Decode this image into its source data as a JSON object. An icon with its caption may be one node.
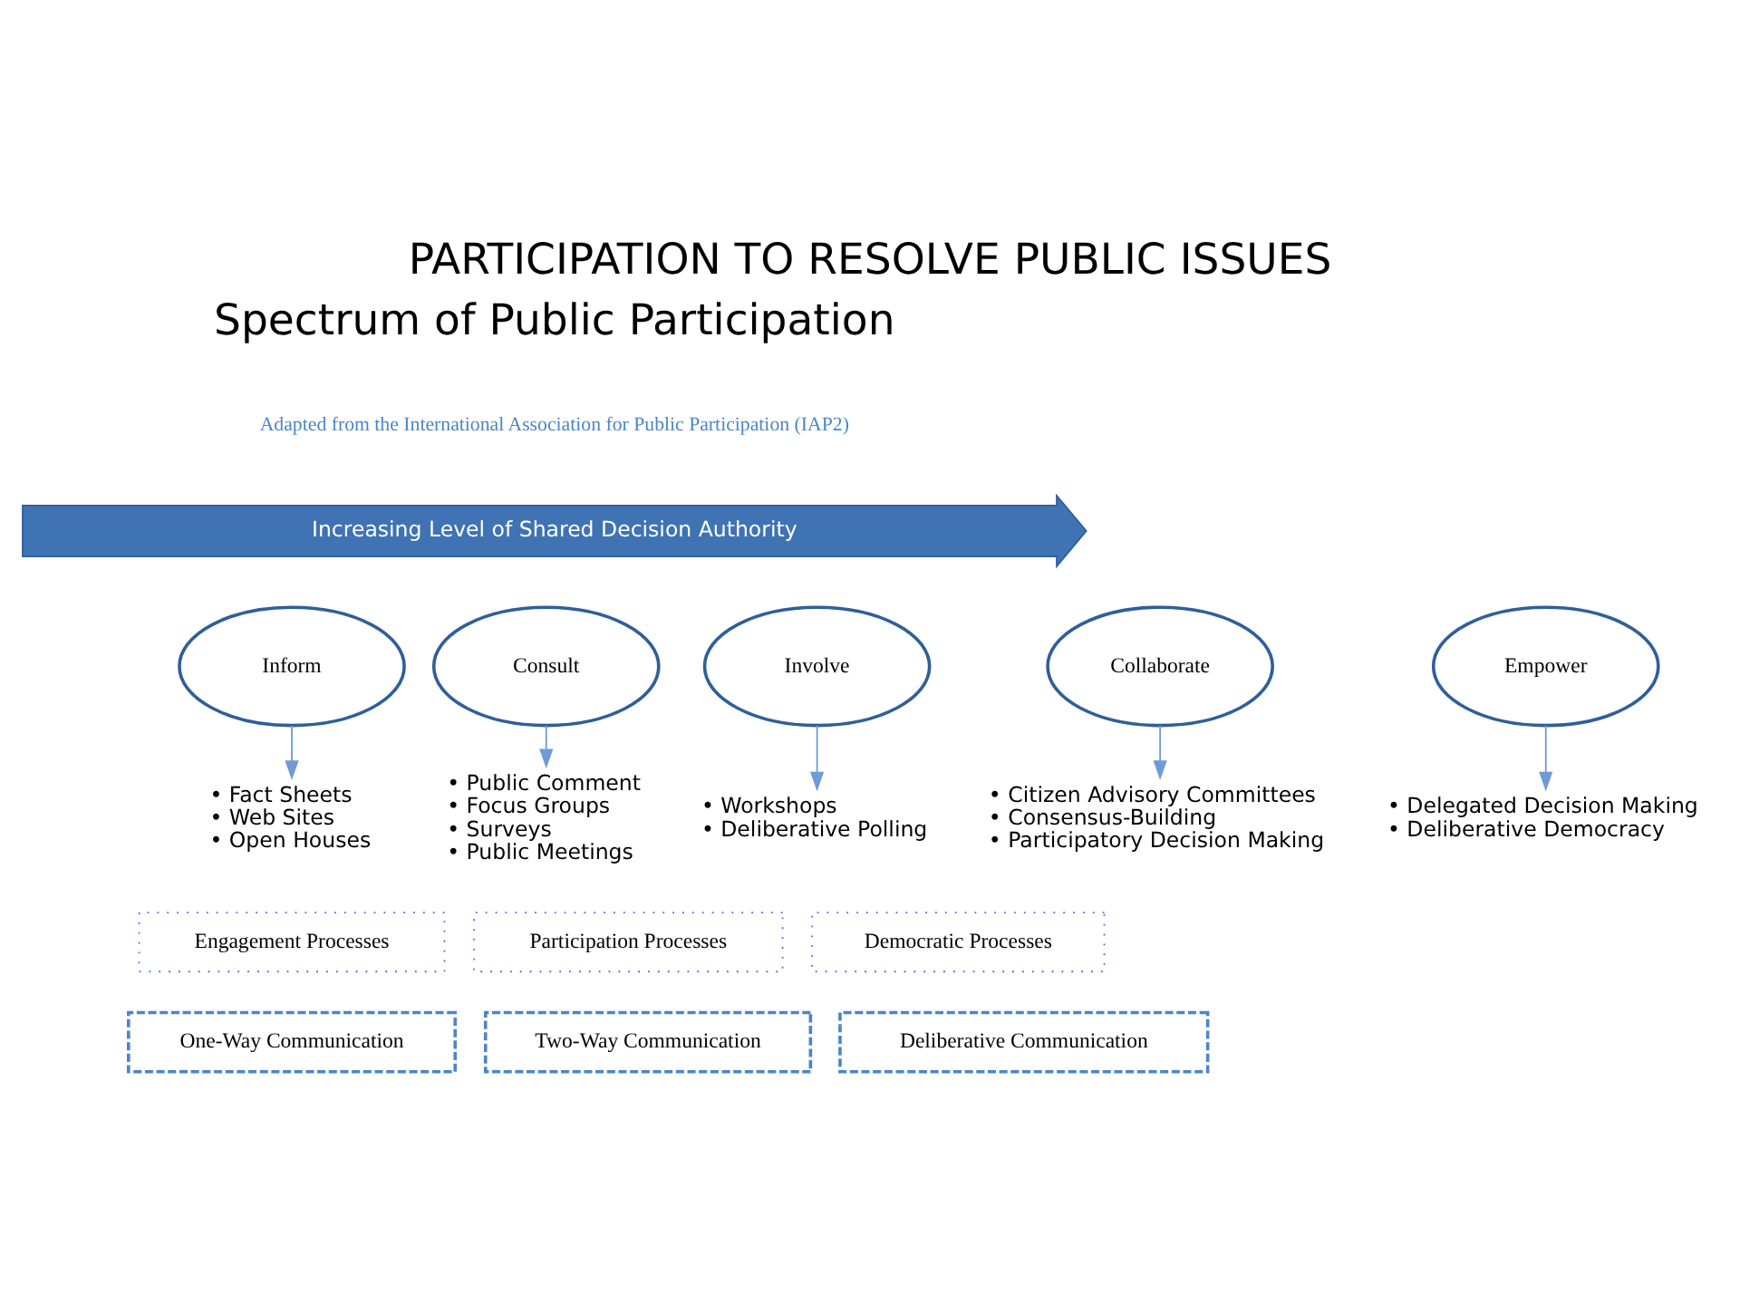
{
  "diagram": {
    "title": "PARTICIPATION TO RESOLVE PUBLIC ISSUES",
    "nodes": [
      {
        "text": [
          "Increasing Level of Shared Decision Authority"
        ]
      },
      {
        "text": [
          "Inform"
        ]
      },
      {
        "text": [
          "Consult"
        ]
      },
      {
        "text": [
          "Involve"
        ]
      },
      {
        "text": [
          "Collaborate"
        ]
      },
      {
        "text": [
          "Empower"
        ]
      },
      {
        "text": [
          "• Fact Sheets",
          "• Web Sites",
          "• Open Houses"
        ]
      },
      {
        "text": [
          "• Public Comment",
          "• Focus Groups",
          "• Surveys",
          "• Public Meetings"
        ]
      },
      {
        "text": [
          "• Workshops",
          "• Deliberative Polling"
        ]
      },
      {
        "text": [
          "• Citizen Advisory Committees",
          "• Consensus-Building",
          "• Participatory Decision Making"
        ]
      },
      {
        "text": [
          "• Delegated Decision Making",
          "• Deliberative Democracy"
        ]
      },
      {
        "text": [
          "Engagement Processes"
        ]
      },
      {
        "text": [
          "Participation Processes"
        ]
      },
      {
        "text": [
          "Democratic Processes"
        ]
      },
      {
        "text": [
          "One-Way Communication"
        ]
      },
      {
        "text": [
          "Two-Way Communication"
        ]
      },
      {
        "text": [
          "Deliberative Communication"
        ]
      }
    ],
    "edges": [
      {
        "from": 1,
        "to": 6,
        "arrow": "to"
      },
      {
        "from": 2,
        "to": 7,
        "arrow": "to"
      },
      {
        "from": 3,
        "to": 8,
        "arrow": "to"
      },
      {
        "from": 4,
        "to": 9,
        "arrow": "to"
      },
      {
        "from": 5,
        "to": 10,
        "arrow": "to"
      }
    ],
    "labels": [
      "Spectrum of Public Participation",
      "Adapted from the International Association for Public Participation (IAP2)"
    ]
  }
}
